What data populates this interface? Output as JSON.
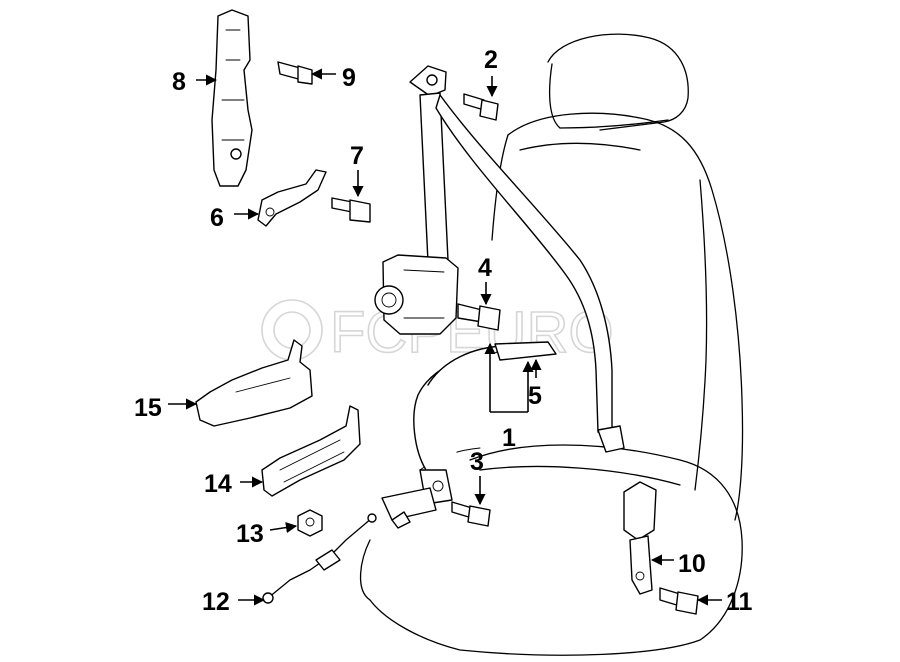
{
  "diagram": {
    "watermark_text": "FCPEURO",
    "callouts": {
      "c1": "1",
      "c2": "2",
      "c3": "3",
      "c4": "4",
      "c5": "5",
      "c6": "6",
      "c7": "7",
      "c8": "8",
      "c9": "9",
      "c10": "10",
      "c11": "11",
      "c12": "12",
      "c13": "13",
      "c14": "14",
      "c15": "15"
    }
  }
}
